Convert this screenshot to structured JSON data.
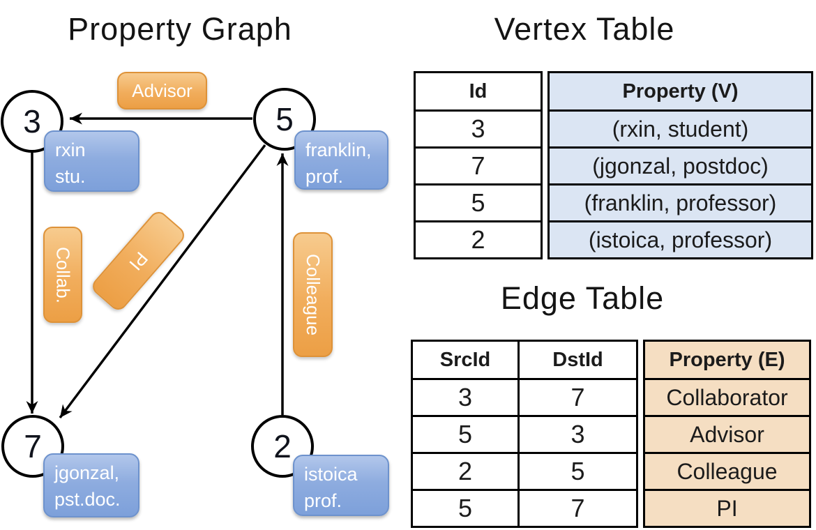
{
  "graph": {
    "title": "Property Graph",
    "nodes": [
      {
        "id": "3",
        "lines": [
          "rxin",
          "stu."
        ]
      },
      {
        "id": "5",
        "lines": [
          "franklin,",
          "prof."
        ]
      },
      {
        "id": "7",
        "lines": [
          "jgonzal,",
          "pst.doc."
        ]
      },
      {
        "id": "2",
        "lines": [
          "istoica",
          "prof."
        ]
      }
    ],
    "edge_labels": [
      {
        "label": "Advisor"
      },
      {
        "label": "Collab."
      },
      {
        "label": "PI"
      },
      {
        "label": "Colleague"
      }
    ],
    "edges": [
      {
        "src": "5",
        "dst": "3",
        "label": "Advisor"
      },
      {
        "src": "3",
        "dst": "7",
        "label": "Collab."
      },
      {
        "src": "5",
        "dst": "7",
        "label": "PI"
      },
      {
        "src": "2",
        "dst": "5",
        "label": "Colleague"
      }
    ]
  },
  "vertex_table": {
    "title": "Vertex Table",
    "headers": {
      "id": "Id",
      "property": "Property (V)"
    },
    "rows": [
      {
        "id": "3",
        "property": "(rxin, student)"
      },
      {
        "id": "7",
        "property": "(jgonzal, postdoc)"
      },
      {
        "id": "5",
        "property": "(franklin, professor)"
      },
      {
        "id": "2",
        "property": "(istoica, professor)"
      }
    ]
  },
  "edge_table": {
    "title": "Edge Table",
    "headers": {
      "src": "SrcId",
      "dst": "DstId",
      "property": "Property (E)"
    },
    "rows": [
      {
        "src": "3",
        "dst": "7",
        "property": "Collaborator"
      },
      {
        "src": "5",
        "dst": "3",
        "property": "Advisor"
      },
      {
        "src": "2",
        "dst": "5",
        "property": "Colleague"
      },
      {
        "src": "5",
        "dst": "7",
        "property": "PI"
      }
    ]
  },
  "colors": {
    "vertex_box_fill": "#7da0da",
    "vertex_box_border": "#6d92cd",
    "edge_label_fill": "#f0a74f",
    "edge_label_border": "#de9238",
    "vertex_cell_fill": "#dbe5f3",
    "edge_cell_fill": "#f5dec2",
    "edge_line": "#000000",
    "node_fill": "#ffffff",
    "text_on_boxes": "#ffffff"
  }
}
